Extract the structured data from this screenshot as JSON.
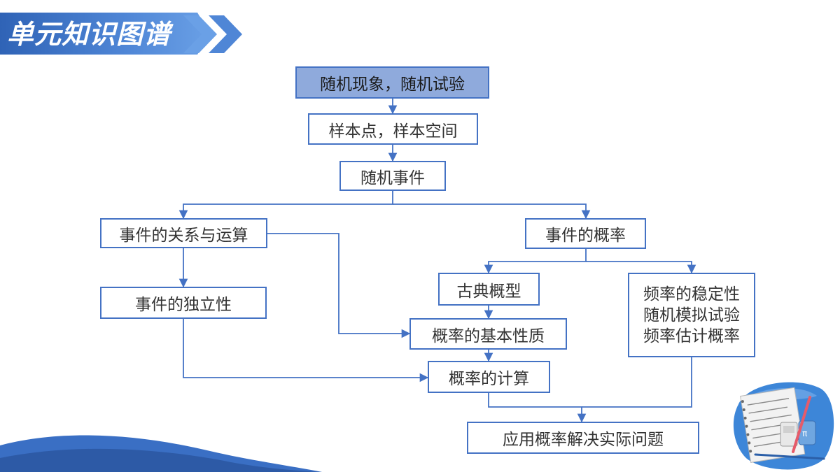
{
  "header": {
    "title": "单元知识图谱"
  },
  "diagram": {
    "nodes": {
      "n1": "随机现象，随机试验",
      "n2": "样本点，样本空间",
      "n3": "随机事件",
      "n4": "事件的关系与运算",
      "n5": "事件的概率",
      "n6": "事件的独立性",
      "n7": "古典概型",
      "n8": "概率的基本性质",
      "n9": "概率的计算",
      "n10": [
        "频率的稳定性",
        "随机模拟试验",
        "频率估计概率"
      ],
      "n11": "应用概率解决实际问题"
    }
  },
  "colors": {
    "accent": "#4472c4",
    "highlight_fill": "#8faadc",
    "banner": "#2f63b6"
  },
  "decorations": {
    "corner_illustration": "math-notebook-icon"
  }
}
